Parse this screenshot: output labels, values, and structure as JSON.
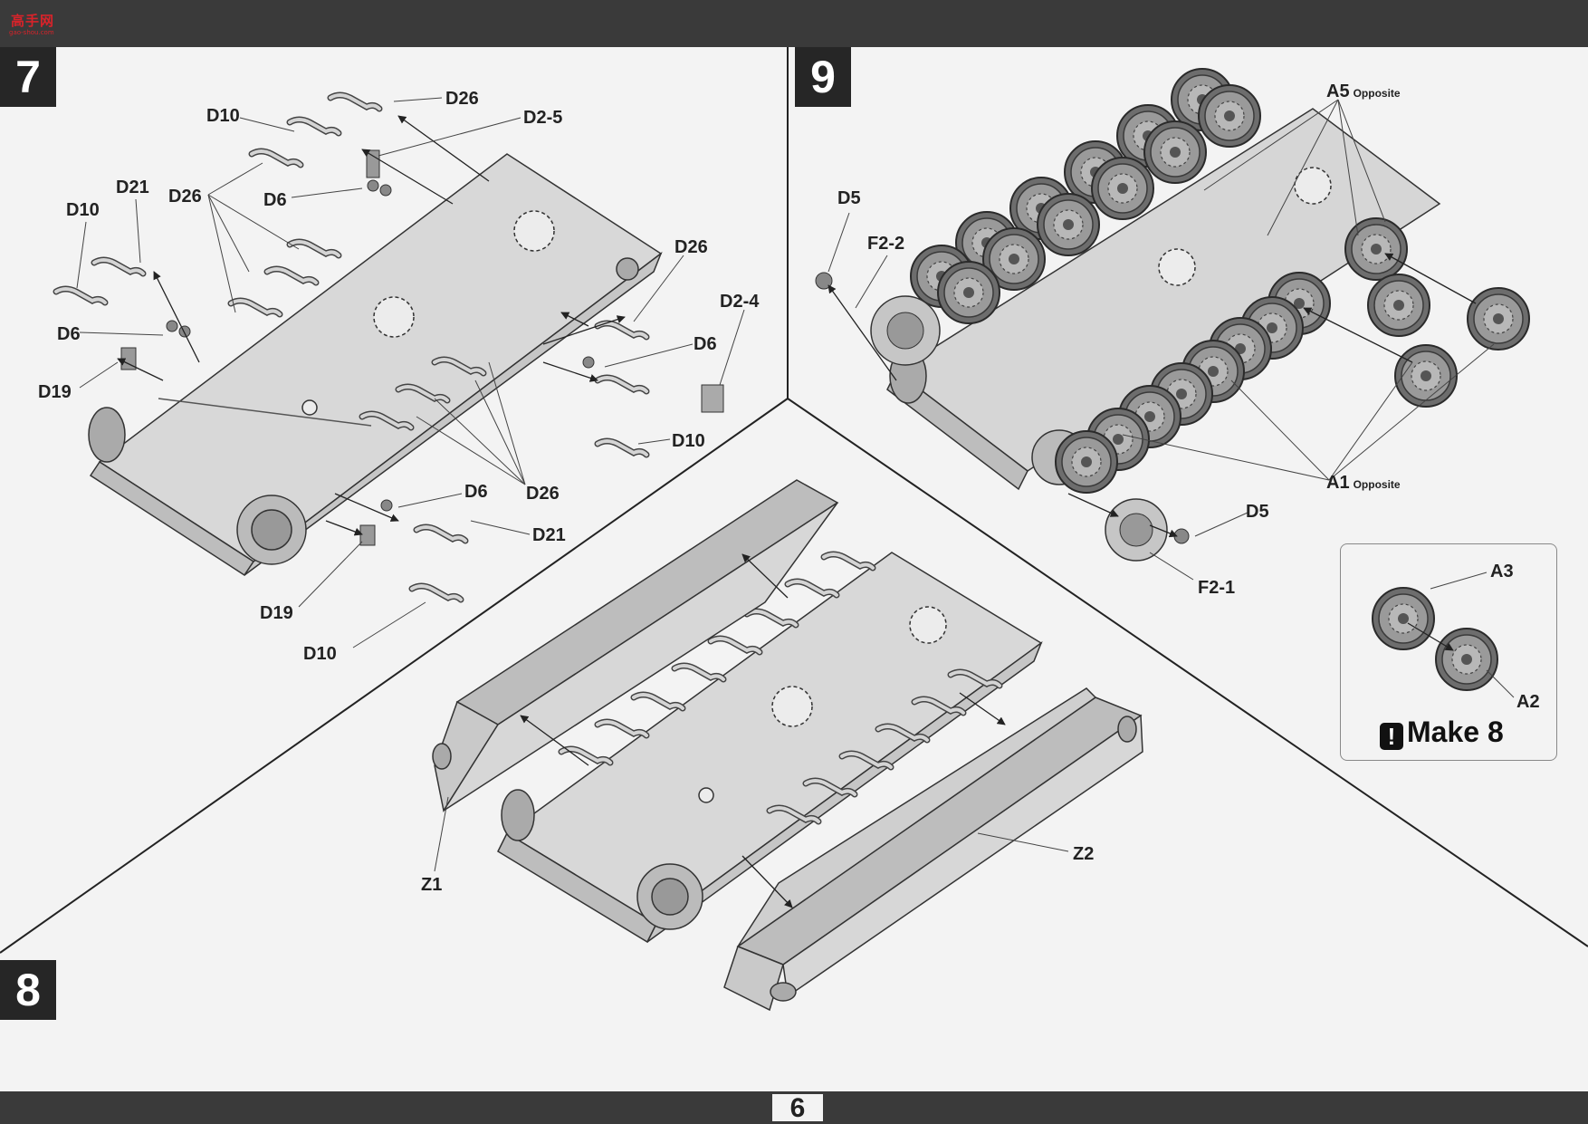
{
  "header": {
    "logo_text": "高手网",
    "logo_sub": "gao-shou.com"
  },
  "footer": {
    "page_number": "6"
  },
  "steps": {
    "step7": "7",
    "step8": "8",
    "step9": "9"
  },
  "step7_labels": {
    "d26_top": "D26",
    "d2_5": "D2-5",
    "d10_top": "D10",
    "d21_left": "D21",
    "d10_left": "D10",
    "d26_left": "D26",
    "d6_top": "D6",
    "d6_left": "D6",
    "d19_left": "D19",
    "d26_right": "D26",
    "d2_4": "D2-4",
    "d6_right": "D6",
    "d10_right": "D10",
    "d6_bottom": "D6",
    "d26_bottom": "D26",
    "d21_bottom": "D21",
    "d19_bottom": "D19",
    "d10_bottom": "D10"
  },
  "step8_labels": {
    "z1": "Z1",
    "z2": "Z2"
  },
  "step9_labels": {
    "d5_top": "D5",
    "f2_2": "F2-2",
    "a5": "A5",
    "a5_note": "Opposite",
    "a1": "A1",
    "a1_note": "Opposite",
    "d5_bottom": "D5",
    "f2_1": "F2-1",
    "a3": "A3",
    "a2": "A2"
  },
  "note": {
    "icon": "exclamation-icon",
    "warning_glyph": "!",
    "make_text": "Make 8"
  }
}
